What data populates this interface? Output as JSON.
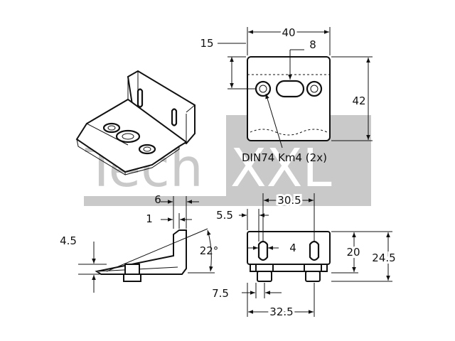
{
  "watermark": {
    "prefix": "Tech",
    "suffix": "XXL",
    "color": "#c9c9c9"
  },
  "top_view": {
    "width": "40",
    "slot_width": "8",
    "hole_offset": "15",
    "height": "42",
    "callout": "DIN74 Km4 (2x)"
  },
  "side_view": {
    "width": "6",
    "thickness": "1",
    "lip_height": "4.5",
    "angle": "22°"
  },
  "front_view": {
    "slot_span": "30.5",
    "slot_offset": "5.5",
    "slot_width": "4",
    "slot_height": "20",
    "total_height": "24.5",
    "hole_offset": "7.5",
    "hole_span": "32.5"
  },
  "icons": [
    "arrow-icon"
  ]
}
